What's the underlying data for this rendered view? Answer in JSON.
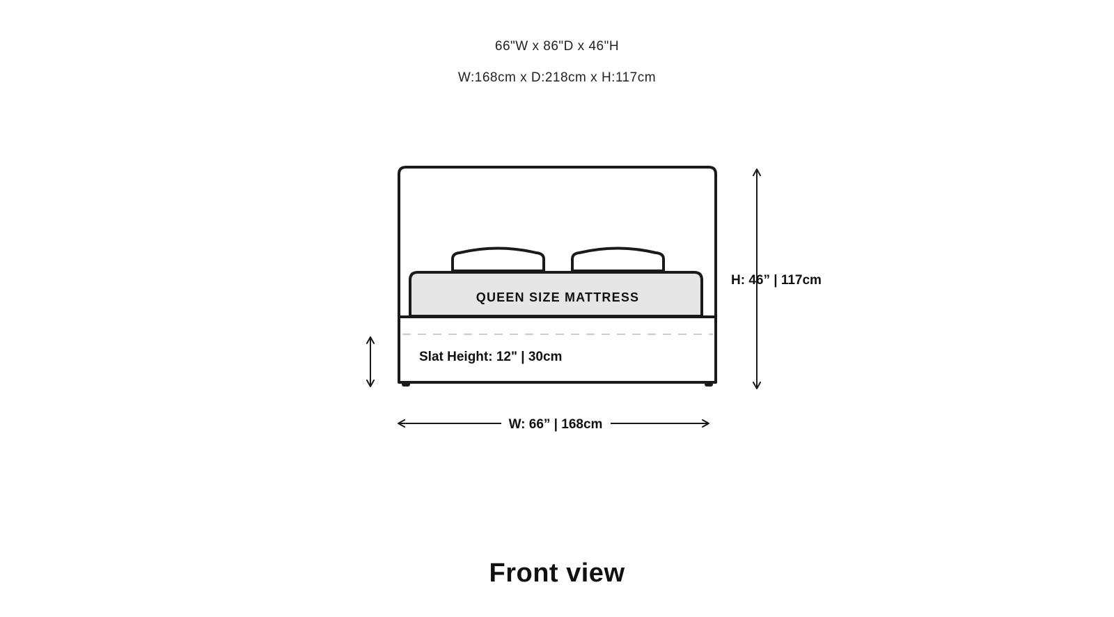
{
  "specs": {
    "imperial": "66\"W x 86\"D x 46\"H",
    "metric": "W:168cm x D:218cm x H:117cm"
  },
  "diagram": {
    "mattress_label": "QUEEN SIZE MATTRESS",
    "slat_label": "Slat Height: 12\" | 30cm",
    "height_label": "H: 46” | 117cm",
    "width_label": "W: 66” | 168cm"
  },
  "title": "Front view",
  "colors": {
    "line": "#1a1a1a",
    "mattress_fill": "#e6e6e6",
    "dashed": "#bdbdbd",
    "background": "#ffffff"
  }
}
